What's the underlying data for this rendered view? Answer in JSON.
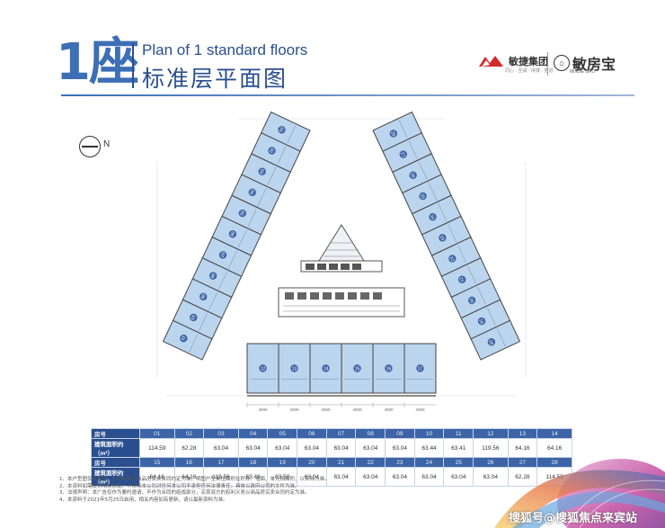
{
  "header": {
    "big_number": "1座",
    "title_en": "Plan of 1 standard floors",
    "title_zh": "标准层平面图",
    "logo1_name": "敏捷集团",
    "logo1_sub": "同心 · 至诚 · 拼搏 · 奋进",
    "logo2_name": "敏房宝",
    "logo2_sub": "MINJIE BAO"
  },
  "compass": {
    "label": "N"
  },
  "plan": {
    "left_units": [
      "01",
      "02",
      "03",
      "04",
      "05",
      "06",
      "07",
      "08",
      "09",
      "10",
      "11"
    ],
    "right_units": [
      "28",
      "27",
      "26",
      "25",
      "24",
      "23",
      "22",
      "21",
      "20",
      "19",
      "18"
    ],
    "bottom_units": [
      "12",
      "13",
      "14",
      "15",
      "16",
      "17"
    ],
    "bottom_dims": [
      "4000",
      "4000",
      "4000",
      "4000",
      "4000",
      "4000"
    ]
  },
  "table": {
    "row_label_no": "房号",
    "row_label_area": "建筑面积约（m²）",
    "row1_no": [
      "01",
      "02",
      "03",
      "04",
      "05",
      "06",
      "07",
      "08",
      "09",
      "10",
      "11",
      "12",
      "13",
      "14"
    ],
    "row1_area": [
      "114.59",
      "62.28",
      "63.04",
      "63.04",
      "63.04",
      "63.04",
      "63.04",
      "63.04",
      "63.04",
      "63.44",
      "63.41",
      "119.56",
      "64.16",
      "64.16"
    ],
    "row2_no": [
      "15",
      "16",
      "17",
      "18",
      "19",
      "20",
      "21",
      "22",
      "23",
      "24",
      "25",
      "26",
      "27",
      "28"
    ],
    "row2_area": [
      "64.16",
      "64.16",
      "119.56",
      "63.48",
      "63.50",
      "63.04",
      "63.04",
      "63.04",
      "63.04",
      "63.04",
      "63.04",
      "63.04",
      "62.28",
      "114.59"
    ]
  },
  "notes": [
    "1、本户型图仅供参考，交付标准以商品房买卖合同约定为准。明图户型单位面积在积存、墙面、单元阳面积、以实际为准。",
    "2、本资料如需提供相关依据，不排除本公司对任何本公司不承担任何法律责任，具体以政府公司的文件为准。",
    "3、法律声明：本广告仅作为要约邀请，不作为合同的组成部分，买卖双方的权利义务以商品房买卖合同约定为准。",
    "4、本资料于2021年5月25日启用，相关内容如有更新，请以最新资料为准。"
  ],
  "watermark": "搜狐号@搜狐焦点来宾站",
  "colors": {
    "accent": "#2a4f8f",
    "unit_fill": "#bcd5ee",
    "badge": "#3d64a6"
  }
}
